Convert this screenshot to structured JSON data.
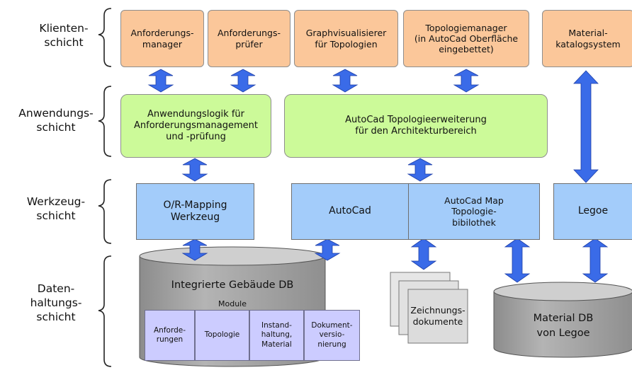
{
  "layers": [
    {
      "key": "client",
      "label": "Klienten-\nschicht"
    },
    {
      "key": "application",
      "label": "Anwendungs-\nschicht"
    },
    {
      "key": "tool",
      "label": "Werkzeug-\nschicht"
    },
    {
      "key": "data",
      "label": "Daten-\nhaltungs-\nschicht"
    }
  ],
  "client_boxes": [
    "Anforderungs-\nmanager",
    "Anforderungs-\nprüfer",
    "Graphvisualisierer\nfür Topologien",
    "Topologiemanager\n(in AutoCad Oberfläche\neingebettet)",
    "Material-\nkatalogsystem"
  ],
  "application_boxes": [
    "Anwendungslogik für\nAnforderungsmanagement\nund -prüfung",
    "AutoCad Topologieerweiterung\nfür den Architekturbereich"
  ],
  "tool_boxes": [
    "O/R-Mapping\nWerkzeug",
    "AutoCad",
    "AutoCad Map\nTopologie-\nbibilothek",
    "Legoe"
  ],
  "database": {
    "title": "Integrierte Gebäude DB",
    "modules_label": "Module",
    "modules": [
      "Anforde-\nrungen",
      "Topologie",
      "Instand-\nhaltung,\nMaterial",
      "Dokument-\nversio-\nnierung"
    ]
  },
  "documents_label": "Zeichnungs-\ndokumente",
  "material_db_label": "Material DB\nvon Legoe",
  "colors": {
    "client": "#fbc79a",
    "application": "#ccfa99",
    "tool": "#a3ccfa",
    "module": "#ccccff",
    "cylinder": "#a9a9a9",
    "arrow": "#3a6be8",
    "document": "#dedede"
  }
}
